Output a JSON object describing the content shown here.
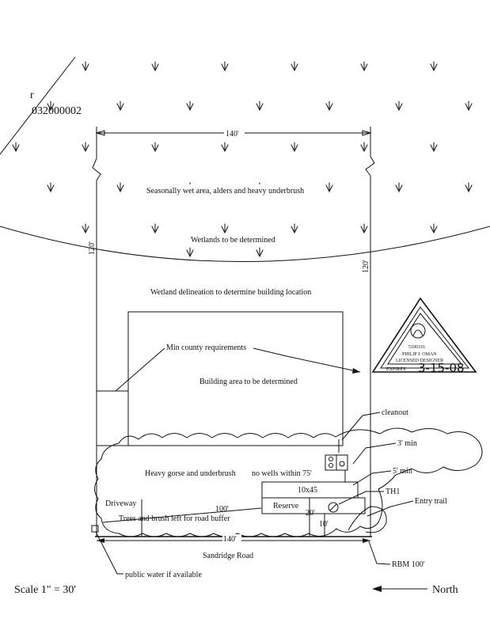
{
  "parcel": {
    "partial_label": "r",
    "number": "032000002"
  },
  "dimensions": {
    "top_width": "140'",
    "bottom_width": "140'",
    "left_depth": "120'",
    "right_depth": "120'",
    "driveway_length": "100'",
    "reserve_offset": "20'",
    "tank_offset": "10'"
  },
  "labels": {
    "wet_area": "Seasonally wet area, alders and heavy underbrush",
    "wetlands": "Wetlands to be determined",
    "delineation": "Wetland delineation to determine building location",
    "min_county": "Min county requirements",
    "building_area": "Building area to be determined",
    "cleanout": "cleanout",
    "three_min": "3' min",
    "five_min": "5' min",
    "heavy_gorse": "Heavy gorse and underbrush",
    "no_wells": "no wells within 75'",
    "drainfield": "10x45",
    "reserve": "Reserve",
    "th1": "TH1",
    "entry_trail": "Entry trail",
    "driveway": "Driveway",
    "trees_buffer": "Trees and brush left for road buffer",
    "road": "Sandridge Road",
    "rbm": "RBM 100'",
    "public_water": "public water if available",
    "scale": "Scale 1\" = 30'",
    "north": "North"
  },
  "stamp": {
    "number": "5100316",
    "name": "PHILIP J. OMAN",
    "title": "LICENSED DESIGNER",
    "expires_label": "EXPIRES",
    "expires_date": "3-15-08"
  }
}
